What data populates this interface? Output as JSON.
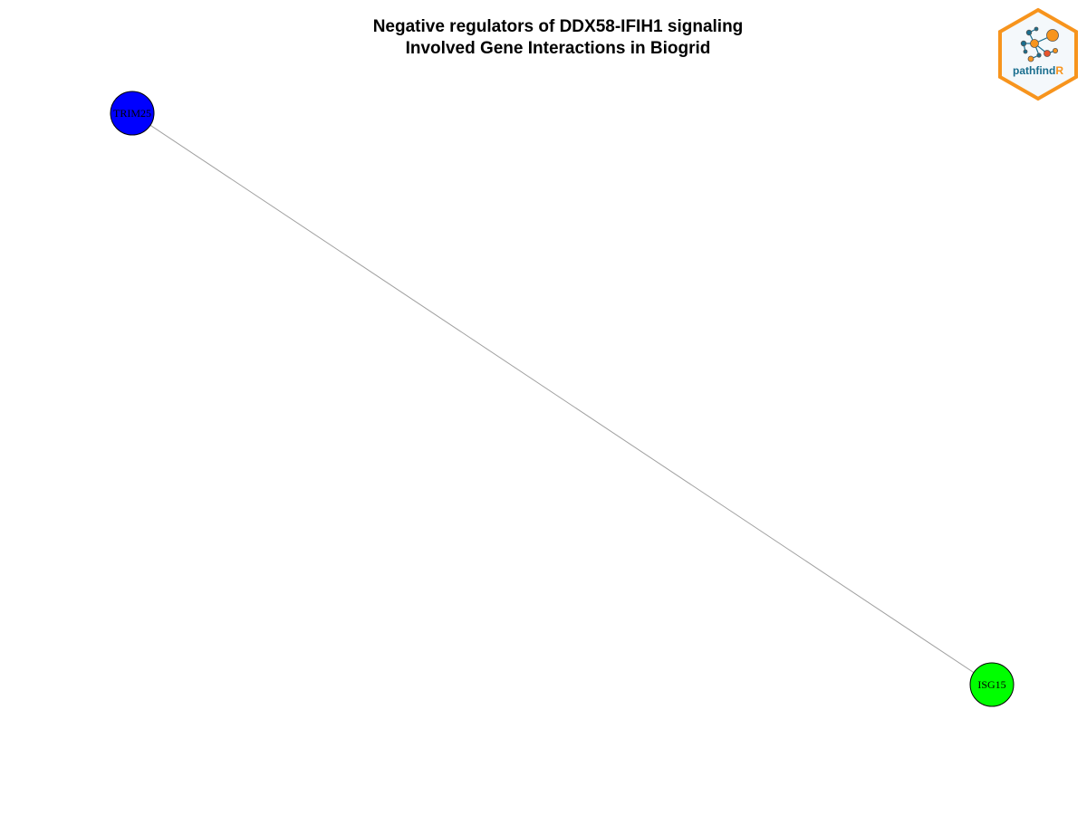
{
  "title": {
    "line1": "Negative regulators of DDX58-IFIH1 signaling",
    "line2": "Involved Gene Interactions in Biogrid"
  },
  "logo": {
    "text_main": "pathfind",
    "text_accent": "R",
    "main_color": "#1a6e8e",
    "accent_color": "#f7941d"
  },
  "network": {
    "nodes": [
      {
        "id": "TRIM25",
        "label": "TRIM25",
        "color": "#0000ff"
      },
      {
        "id": "ISG15",
        "label": "ISG15",
        "color": "#00ff00"
      }
    ],
    "edges": [
      {
        "source": "TRIM25",
        "target": "ISG15",
        "color": "#a0a0a0"
      }
    ]
  }
}
